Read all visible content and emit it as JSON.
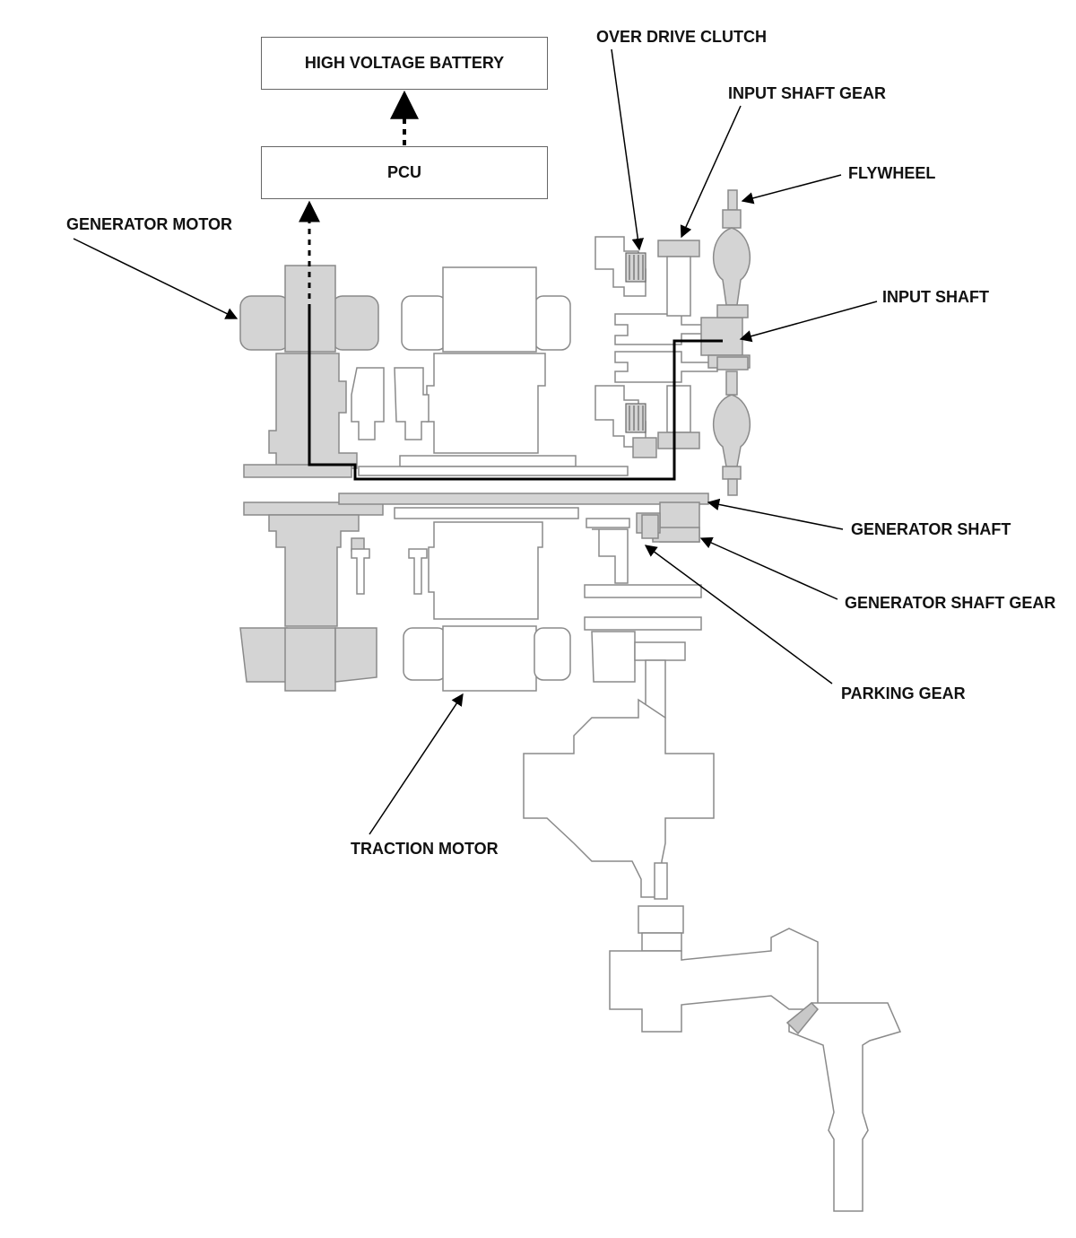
{
  "blocks": {
    "battery": "HIGH VOLTAGE BATTERY",
    "pcu": "PCU"
  },
  "labels": {
    "generator_motor": "GENERATOR MOTOR",
    "over_drive_clutch": "OVER DRIVE CLUTCH",
    "input_shaft_gear": "INPUT SHAFT GEAR",
    "flywheel": "FLYWHEEL",
    "input_shaft": "INPUT SHAFT",
    "generator_shaft": "GENERATOR SHAFT",
    "generator_shaft_gear": "GENERATOR SHAFT GEAR",
    "parking_gear": "PARKING GEAR",
    "traction_motor": "TRACTION MOTOR"
  },
  "colors": {
    "shaded_part": "#d4d4d4",
    "outline": "#8a8a8a",
    "power_path": "#000000",
    "text": "#111111"
  }
}
